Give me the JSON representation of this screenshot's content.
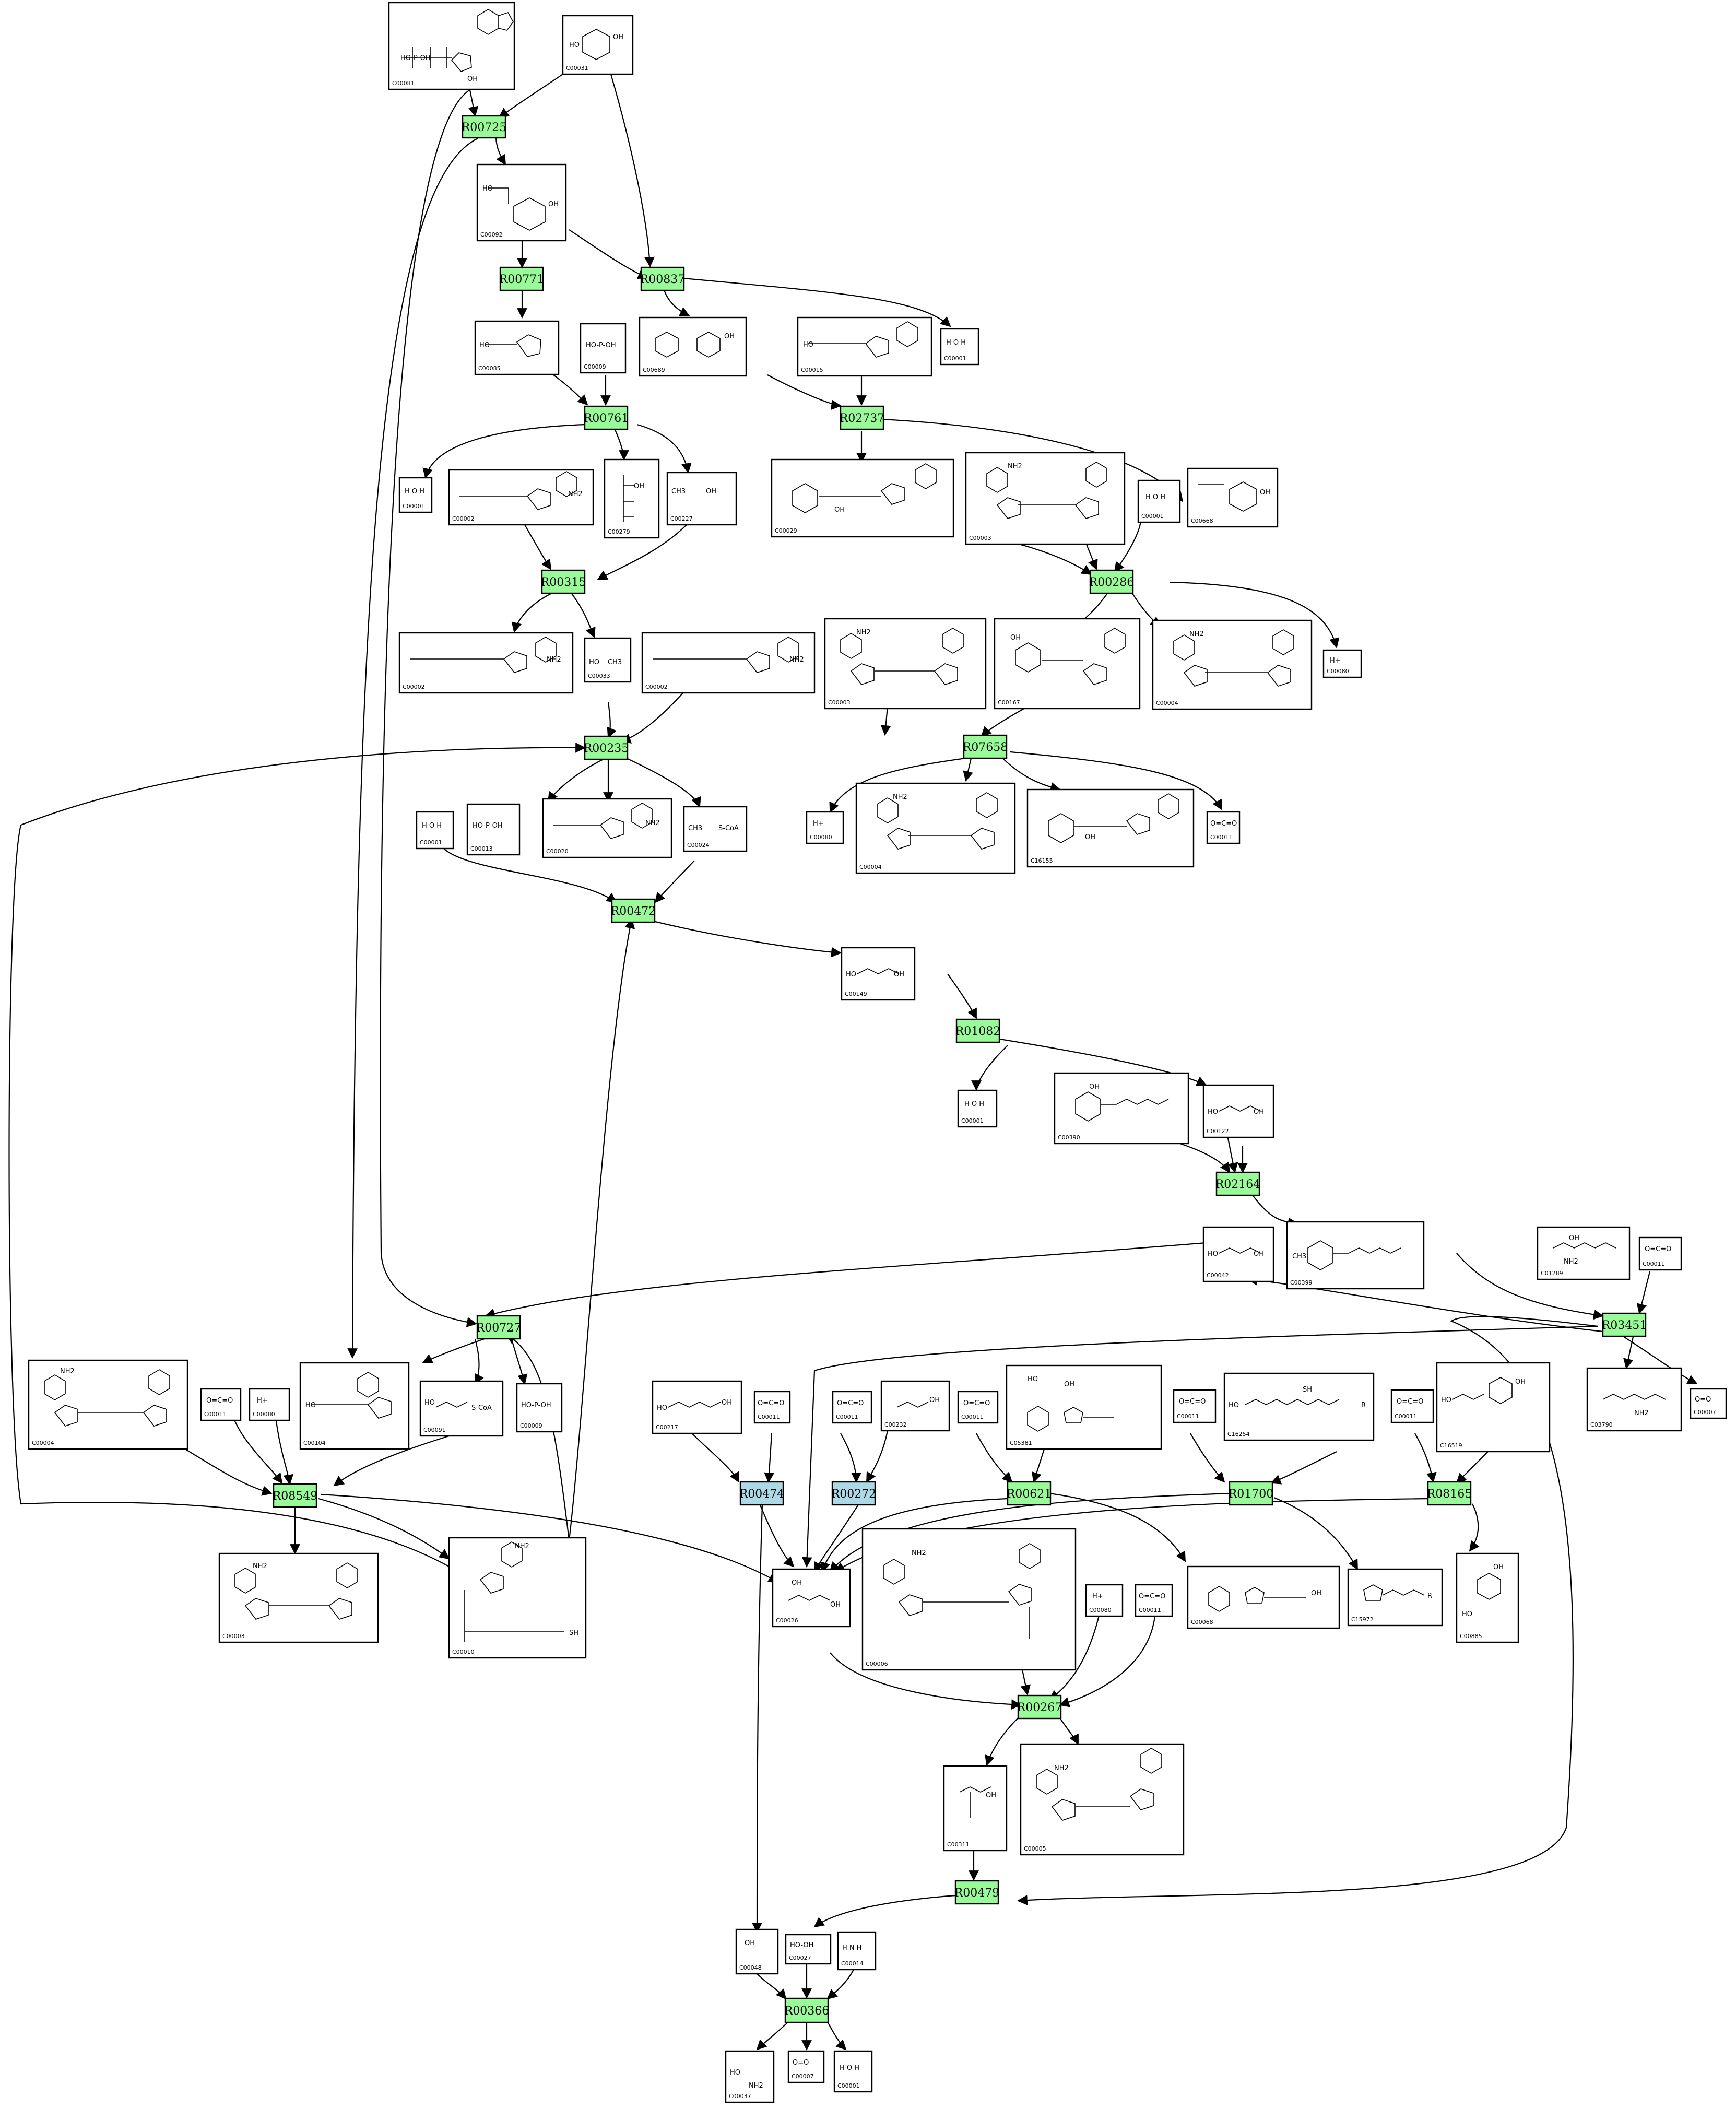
{
  "reactions": {
    "R00725": "R00725",
    "R00771": "R00771",
    "R00837": "R00837",
    "R00761": "R00761",
    "R02737": "R02737",
    "R00315": "R00315",
    "R00286": "R00286",
    "R00235": "R00235",
    "R07658": "R07658",
    "R00472": "R00472",
    "R01082": "R01082",
    "R02164": "R02164",
    "R03451": "R03451",
    "R00727": "R00727",
    "R08549": "R08549",
    "R00474": "R00474",
    "R00272": "R00272",
    "R00621": "R00621",
    "R01700": "R01700",
    "R08165": "R08165",
    "R00267": "R00267",
    "R00479": "R00479",
    "R00366": "R00366"
  },
  "compounds": {
    "c_00081": "C00081",
    "c_00031": "C00031",
    "c_00092": "C00092",
    "c_00001_a": "C00001",
    "c_00085": "C00085",
    "c_00009_a": "C00009",
    "c_00689": "C00689",
    "c_00015": "C00015",
    "c_00001_b": "C00001",
    "c_00002_a": "C00002",
    "c_00279": "C00279",
    "c_00227": "C00227",
    "c_00029": "C00029",
    "c_00003_a": "C00003",
    "c_00001_c": "C00001",
    "c_00668": "C00668",
    "c_00002_b": "C00002",
    "c_00033": "C00033",
    "c_00002_c": "C00002",
    "c_00003_b": "C00003",
    "c_00167": "C00167",
    "c_00004_a": "C00004",
    "c_00080_a": "C00080",
    "c_00001_d": "C00001",
    "c_00013": "C00013",
    "c_00020": "C00020",
    "c_00024": "C00024",
    "c_00080_b": "C00080",
    "c_00004_b": "C00004",
    "c_16155": "C16155",
    "c_00011_a": "C00011",
    "c_00149": "C00149",
    "c_00001_e": "C00001",
    "c_00390": "C00390",
    "c_00122": "C00122",
    "c_00042": "C00042",
    "c_00399": "C00399",
    "c_01289": "C01289",
    "c_00011_b": "C00011",
    "c_03790": "C03790",
    "c_00007_a": "C00007",
    "c_00004_c": "C00004",
    "c_00011_c": "C00011",
    "c_00080_c": "C00080",
    "c_00104": "C00104",
    "c_00091": "C00091",
    "c_00009_b": "C00009",
    "c_00217": "C00217",
    "c_00011_d": "C00011",
    "c_00011_e": "C00011",
    "c_00232": "C00232",
    "c_00011_f": "C00011",
    "c_05381": "C05381",
    "c_00011_g": "C00011",
    "c_16254": "C16254",
    "c_00011_h": "C00011",
    "c_16519": "C16519",
    "c_00003_c": "C00003",
    "c_00010": "C00010",
    "c_00026": "C00026",
    "c_00006": "C00006",
    "c_00080_d": "C00080",
    "c_00011_i": "C00011",
    "c_00068": "C00068",
    "c_15972": "C15972",
    "c_00885": "C00885",
    "c_00311": "C00311",
    "c_00005": "C00005",
    "c_00048": "C00048",
    "c_00027": "C00027",
    "c_00014": "C00014",
    "c_00037": "C00037",
    "c_00007_b": "C00007",
    "c_00001_f": "C00001"
  },
  "structure_text": {
    "water": "H O H",
    "proton": "H+",
    "co2": "O=C=O",
    "oxygen": "O=O",
    "h2o2": "HO-OH",
    "ammonia": "H N H",
    "phosphate": "HO-P-OH",
    "coa": "S-CoA",
    "oh": "OH",
    "nh2": "NH2",
    "ho": "HO",
    "ch3": "CH3",
    "sh": "SH",
    "r": "R"
  },
  "colors": {
    "reaction_main": "#98fb98",
    "reaction_alt": "#add8e6",
    "compound_fill": "#ffffff",
    "stroke": "#000000"
  }
}
